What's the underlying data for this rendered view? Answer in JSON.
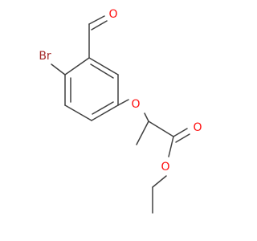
{
  "molecule": {
    "atoms": {
      "br": {
        "label": "Br",
        "color": "#a52a2a"
      },
      "aldehyde_o": {
        "label": "O",
        "color": "#ff0d0d"
      },
      "ether_o": {
        "label": "O",
        "color": "#ff0d0d"
      },
      "carbonyl_o": {
        "label": "O",
        "color": "#ff0d0d"
      },
      "ester_o": {
        "label": "O",
        "color": "#ff0d0d"
      }
    },
    "bond_color": "#404040"
  }
}
